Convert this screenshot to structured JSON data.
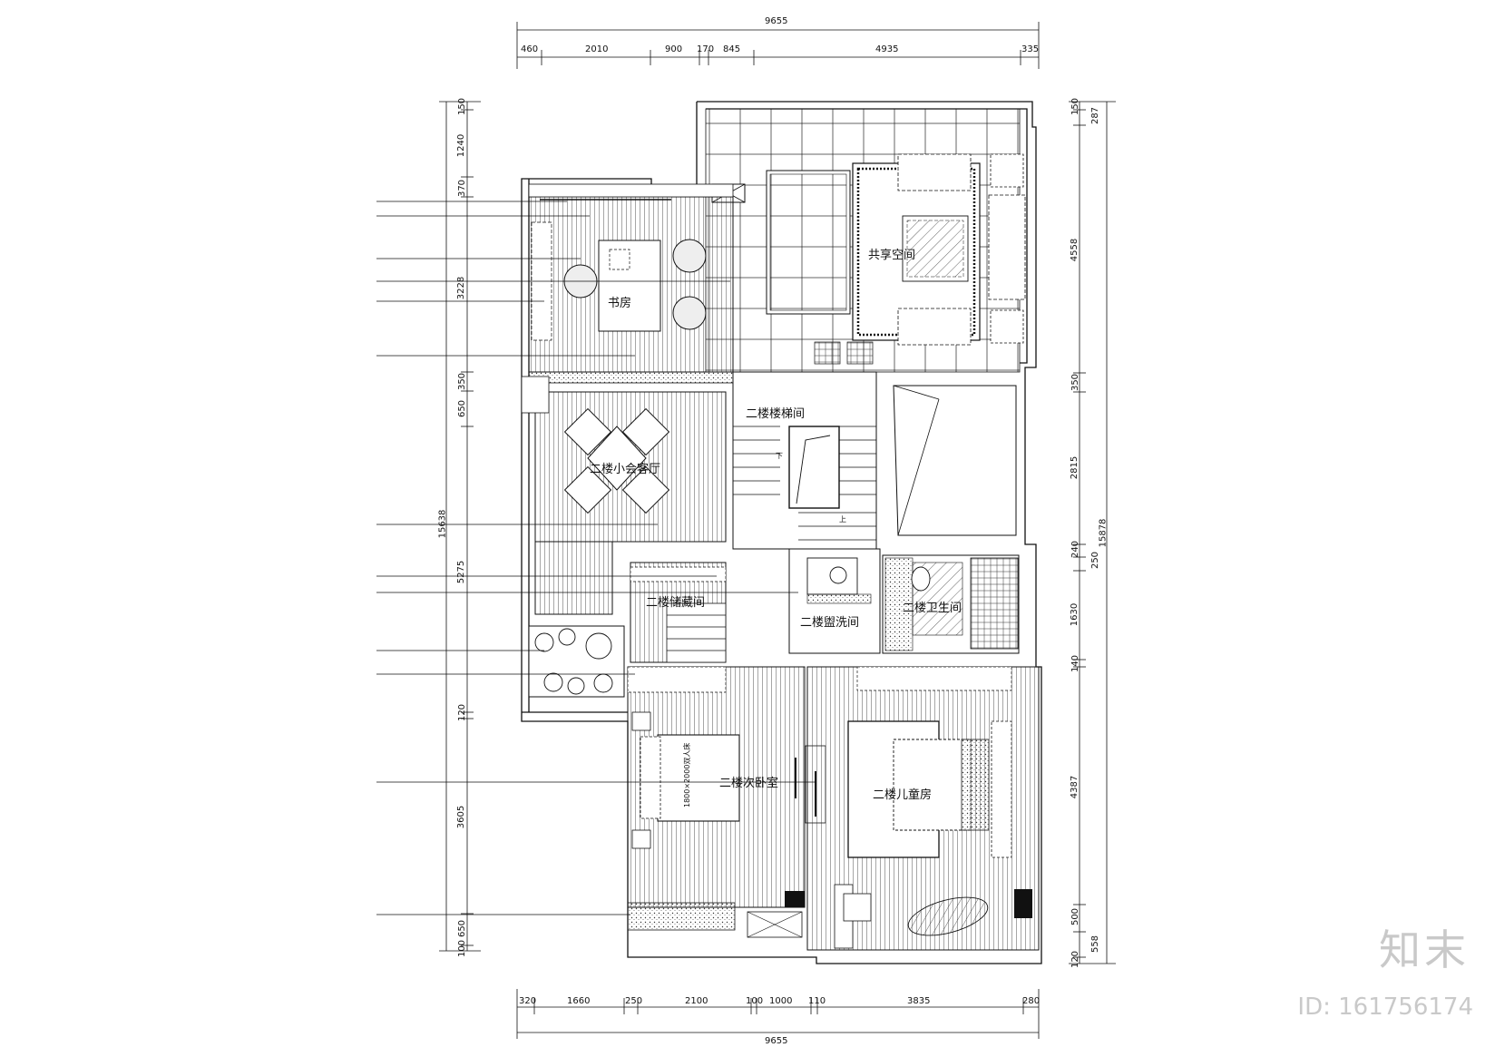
{
  "dimensions": {
    "top_total": "9655",
    "top_segments": [
      "460",
      "2010",
      "900",
      "170",
      "845",
      "4935",
      "335"
    ],
    "bottom_total": "9655",
    "bottom_segments": [
      "320",
      "1660",
      "250",
      "2100",
      "100",
      "1000",
      "110",
      "3835",
      "280"
    ],
    "left_total": "15638",
    "left_segments": [
      "150",
      "1240",
      "370",
      "3228",
      "350",
      "650",
      "5275",
      "120",
      "3605",
      "650",
      "100"
    ],
    "right_total": "15878",
    "right_segments": [
      "150",
      "287",
      "4558",
      "350",
      "2815",
      "240",
      "250",
      "1630",
      "140",
      "4387",
      "500",
      "558",
      "120"
    ]
  },
  "rooms": {
    "shared_space": "共享空间",
    "study": "书房",
    "stairwell": "二楼楼梯间",
    "stair_down": "下",
    "stair_up": "上",
    "small_lounge": "二楼小会客厅",
    "storage": "二楼储藏间",
    "washroom": "二楼盥洗间",
    "bathroom": "二楼卫生间",
    "master_bedroom": "二楼次卧室",
    "bed_size": "1800×2000双人床",
    "children_room": "二楼儿童房"
  },
  "watermark": {
    "logo": "知末",
    "id": "ID: 161756174"
  }
}
